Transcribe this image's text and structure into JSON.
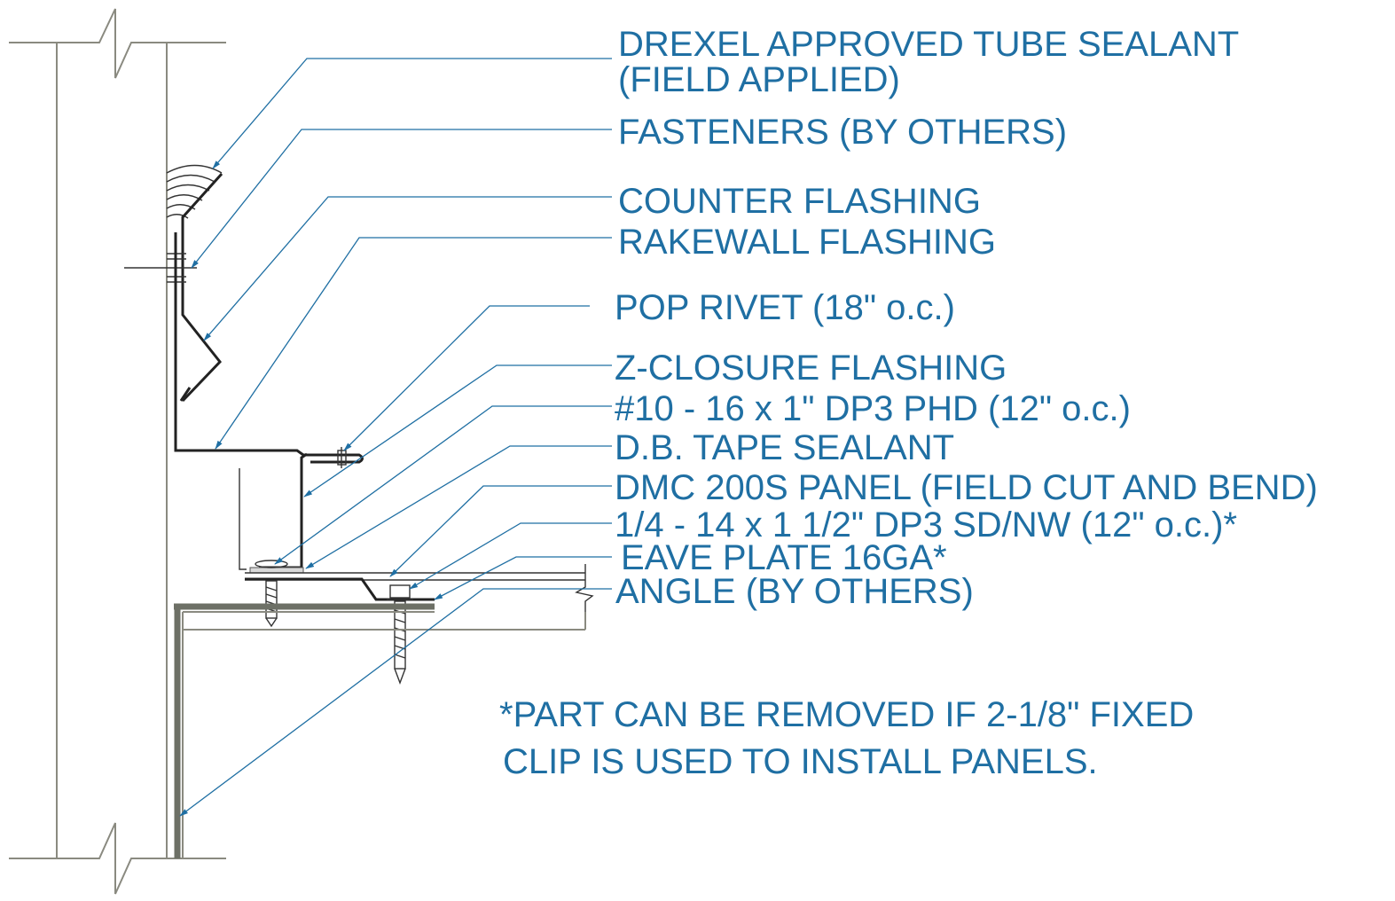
{
  "colors": {
    "label_text": "#1f6fa3",
    "leader": "#1f6fa3",
    "wall": "#8a8a80",
    "metal": "#222222"
  },
  "callouts": [
    "DREXEL APPROVED TUBE SEALANT",
    "(FIELD APPLIED)",
    "FASTENERS (BY OTHERS)",
    "COUNTER FLASHING",
    "RAKEWALL FLASHING",
    "POP RIVET (18\" o.c.)",
    "Z-CLOSURE FLASHING",
    "#10 - 16 x 1\" DP3 PHD (12\" o.c.)",
    "D.B. TAPE SEALANT",
    "DMC 200S PANEL (FIELD CUT AND BEND)",
    "1/4 - 14 x 1 1/2\" DP3 SD/NW (12\" o.c.)*",
    "EAVE PLATE 16GA*",
    "ANGLE (BY OTHERS)"
  ],
  "note": {
    "line1": "*PART CAN BE REMOVED IF 2-1/8\" FIXED",
    "line2": " CLIP IS USED TO INSTALL PANELS."
  }
}
